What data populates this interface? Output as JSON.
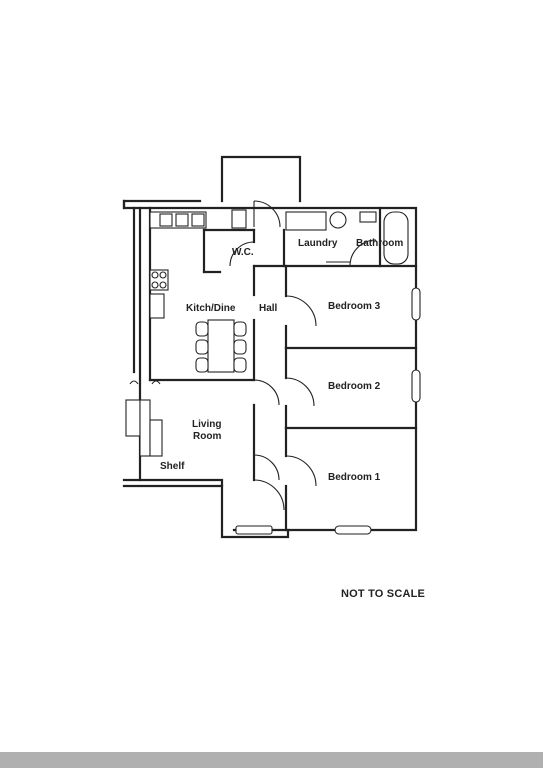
{
  "rooms": {
    "wc": "W.C.",
    "laundry": "Laundry",
    "bathroom": "Bathroom",
    "kitchen_dine": "Kitch/Dine",
    "hall": "Hall",
    "bedroom3": "Bedroom 3",
    "bedroom2": "Bedroom 2",
    "bedroom1": "Bedroom 1",
    "living_line1": "Living",
    "living_line2": "Room",
    "shelf": "Shelf"
  },
  "note": "NOT TO SCALE",
  "colors": {
    "line": "#222222",
    "footer_bar": "#b0b0b0",
    "background": "#ffffff"
  }
}
